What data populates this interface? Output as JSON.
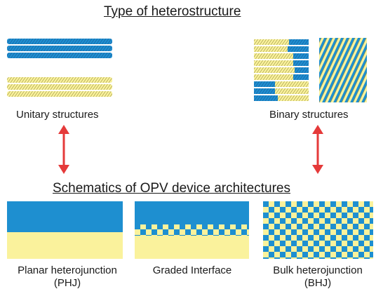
{
  "title_top": "Type of heterostructure",
  "title_bottom": "Schematics of OPV device architectures",
  "labels": {
    "unitary": "Unitary structures",
    "binary": "Binary structures"
  },
  "architectures": [
    {
      "line1": "Planar heterojunction",
      "line2": "(PHJ)"
    },
    {
      "line1": "Graded Interface",
      "line2": ""
    },
    {
      "line1": "Bulk heterojunction",
      "line2": "(BHJ)"
    }
  ],
  "colors": {
    "blue": "#1e8fd0",
    "yellow": "#faf29c",
    "arrow": "#e53a3a",
    "hatch_blue": "#1a5fa0",
    "hatch_yellow": "#a8a050"
  },
  "icons": [
    "double-arrow-icon",
    "double-arrow-icon"
  ]
}
